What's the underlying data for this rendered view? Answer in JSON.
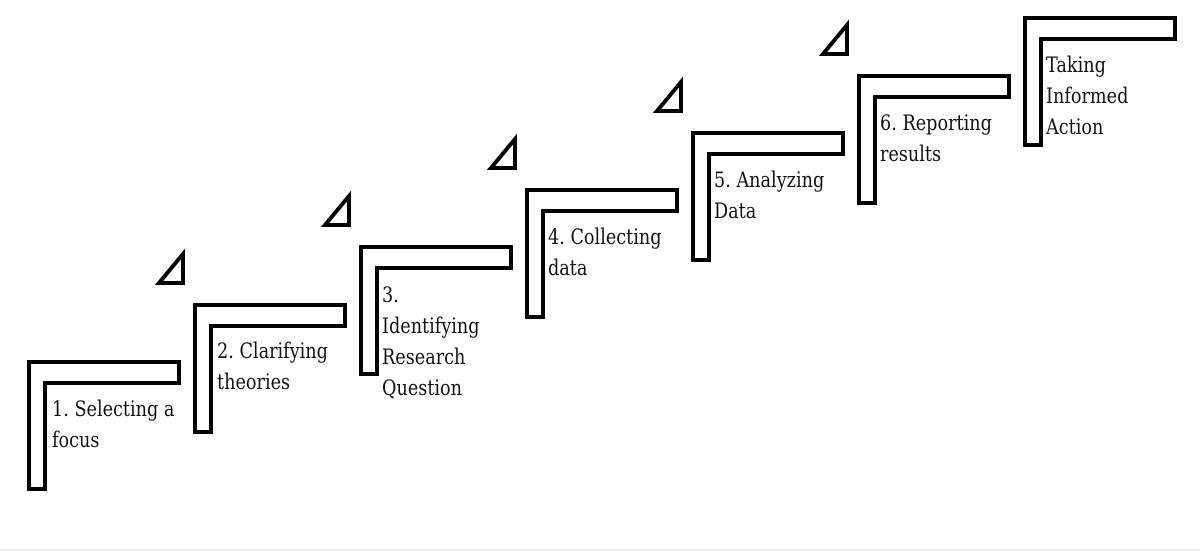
{
  "diagram": {
    "steps": [
      {
        "label": "1. Selecting a\nfocus"
      },
      {
        "label": "2. Clarifying\ntheories"
      },
      {
        "label": "3.\nIdentifying\nResearch\nQuestion"
      },
      {
        "label": "4. Collecting\ndata"
      },
      {
        "label": "5. Analyzing\nData"
      },
      {
        "label": "6. Reporting\nresults"
      },
      {
        "label": "Taking\nInformed\nAction"
      }
    ]
  }
}
